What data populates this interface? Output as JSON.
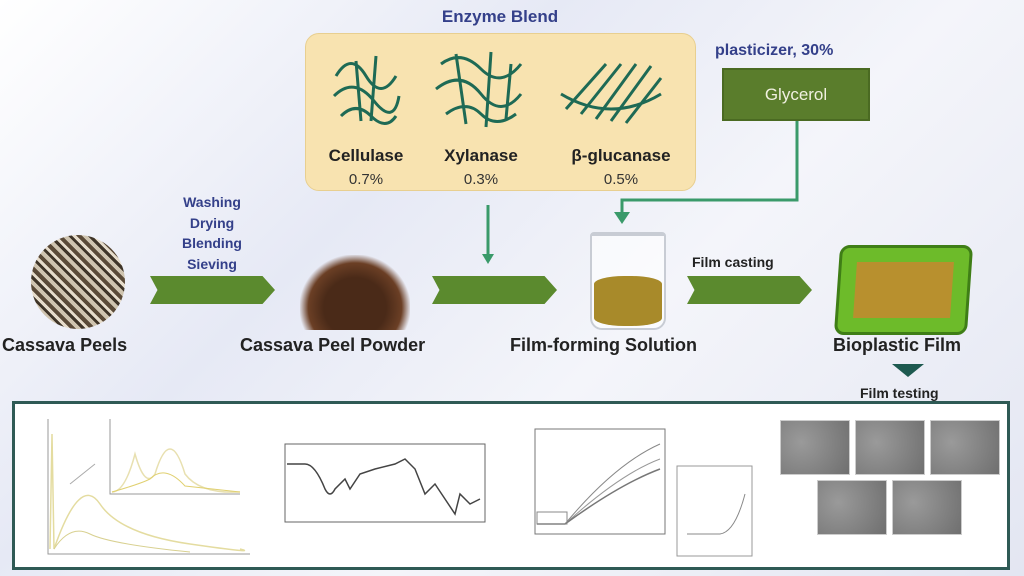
{
  "enzyme_blend": {
    "title": "Enzyme Blend",
    "enzymes": [
      {
        "name": "Cellulase",
        "amount": "0.7%"
      },
      {
        "name": "Xylanase",
        "amount": "0.3%"
      },
      {
        "name": "β-glucanase",
        "amount": "0.5%"
      }
    ]
  },
  "plasticizer": {
    "label": "plasticizer, 30%",
    "name": "Glycerol"
  },
  "pretreatment_steps": [
    "Washing",
    "Drying",
    "Blending",
    "Sieving"
  ],
  "film_casting_label": "Film casting",
  "stages": [
    "Cassava Peels",
    "Cassava Peel Powder",
    "Film-forming Solution",
    "Bioplastic Film"
  ],
  "film_testing_label": "Film testing",
  "colors": {
    "arrow_green": "#5b8a2e",
    "title_blue": "#34408a",
    "enzyme_box": "#f8e3b0",
    "panel_border": "#2f5a55"
  }
}
